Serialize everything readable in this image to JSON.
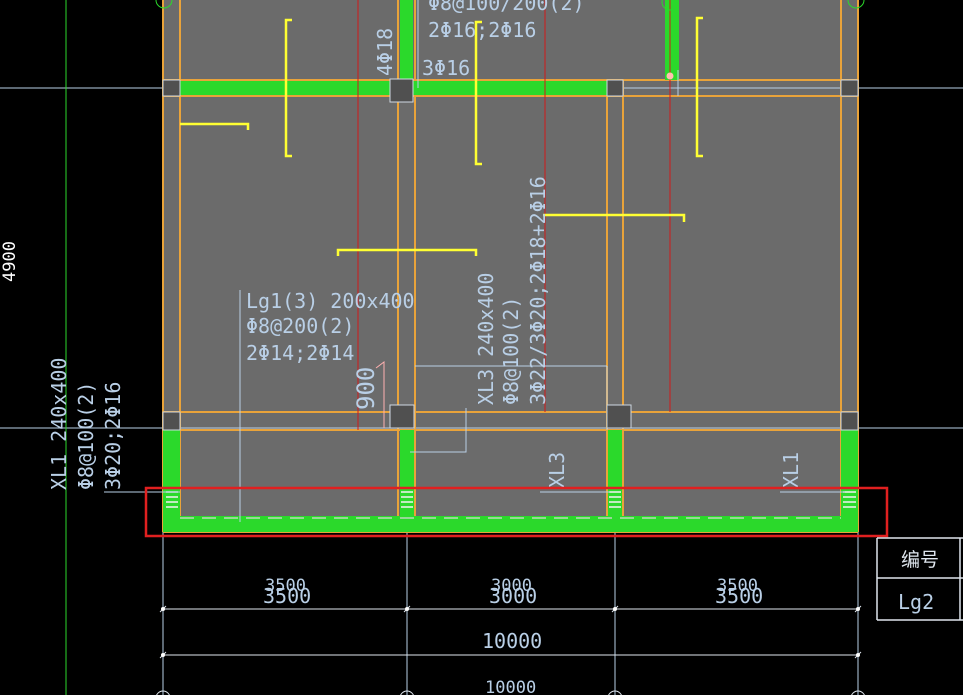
{
  "drawing": {
    "colors": {
      "background": "#000000",
      "slab": "#6b6b6b",
      "beam_outline": "#e9a33a",
      "green_beam": "#2bd92b",
      "rebar_yellow": "#ffff33",
      "axis_line": "#b9cfe6",
      "center_line": "#d21a1a",
      "selection_box": "#e02020"
    },
    "top_annotations": {
      "partial_a": "Φ8@100/200(2)",
      "partial_b": "2Φ16;2Φ16",
      "partial_c": "3Φ16",
      "partial_d": "4Φ18"
    },
    "left_dimension": "4900",
    "beam_lg1": {
      "line1": "Lg1(3) 200x400",
      "line2": "Φ8@200(2)",
      "line3": "2Φ14;2Φ14"
    },
    "beam_xl3": {
      "line1": "XL3 240x400",
      "line2": "Φ8@100(2)",
      "line3": "3Φ22/3Φ20;2Φ18+2Φ16"
    },
    "beam_xl1": {
      "line1": "XL1 240x400",
      "line2": "Φ8@100(2)",
      "line3": "3Φ20;2Φ16"
    },
    "small_900": "900",
    "tag_xl3": "XL3",
    "tag_xl1": "XL1",
    "dim_segments": [
      "3500",
      "3000",
      "3500"
    ],
    "dim_total": "10000",
    "dim_total_lower": "10000",
    "table": {
      "header": "编号",
      "value": "Lg2"
    }
  }
}
